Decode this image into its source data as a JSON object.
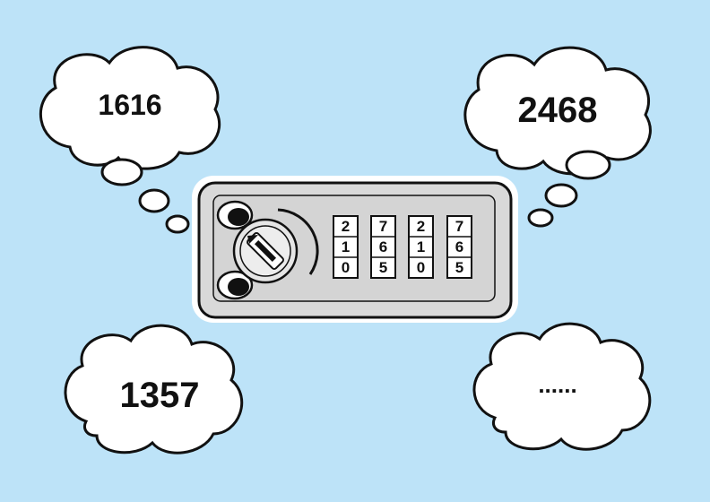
{
  "bubbles": [
    {
      "id": "top-left",
      "text": "1616"
    },
    {
      "id": "top-right",
      "text": "2468"
    },
    {
      "id": "bottom-left",
      "text": "1357"
    },
    {
      "id": "bottom-right",
      "text": "......"
    }
  ],
  "lock": {
    "wheels": [
      {
        "digits": [
          "2",
          "1",
          "0"
        ]
      },
      {
        "digits": [
          "7",
          "6",
          "5"
        ]
      },
      {
        "digits": [
          "2",
          "1",
          "0"
        ]
      },
      {
        "digits": [
          "7",
          "6",
          "5"
        ]
      }
    ]
  },
  "colors": {
    "background": "#bde3f8",
    "lock_body": "#d9d9d9",
    "outline": "#111111",
    "cloud": "#ffffff"
  }
}
